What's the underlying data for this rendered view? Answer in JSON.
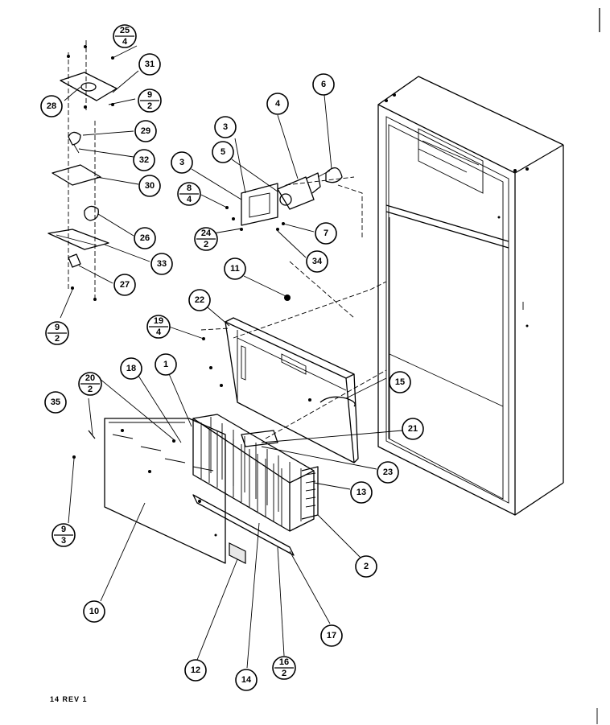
{
  "footer": {
    "reference": "14 REV 1"
  },
  "callouts": {
    "c1": "1",
    "c2": "2",
    "c3a": "3",
    "c3b": "3",
    "c4": "4",
    "c5": "5",
    "c6": "6",
    "c7": "7",
    "c10": "10",
    "c11": "11",
    "c12": "12",
    "c13": "13",
    "c14": "14",
    "c15": "15",
    "c17": "17",
    "c18": "18",
    "c21": "21",
    "c22": "22",
    "c23": "23",
    "c26": "26",
    "c27": "27",
    "c28": "28",
    "c29": "29",
    "c30": "30",
    "c31": "31",
    "c32": "32",
    "c33": "33",
    "c34": "34",
    "c35": "35"
  },
  "fractions": {
    "f25_4": {
      "top": "25",
      "bottom": "4"
    },
    "f9_2a": {
      "top": "9",
      "bottom": "2"
    },
    "f8_4": {
      "top": "8",
      "bottom": "4"
    },
    "f24_2": {
      "top": "24",
      "bottom": "2"
    },
    "f9_2b": {
      "top": "9",
      "bottom": "2"
    },
    "f19_4": {
      "top": "19",
      "bottom": "4"
    },
    "f20_2": {
      "top": "20",
      "bottom": "2"
    },
    "f9_3": {
      "top": "9",
      "bottom": "3"
    },
    "f16_2": {
      "top": "16",
      "bottom": "2"
    }
  }
}
